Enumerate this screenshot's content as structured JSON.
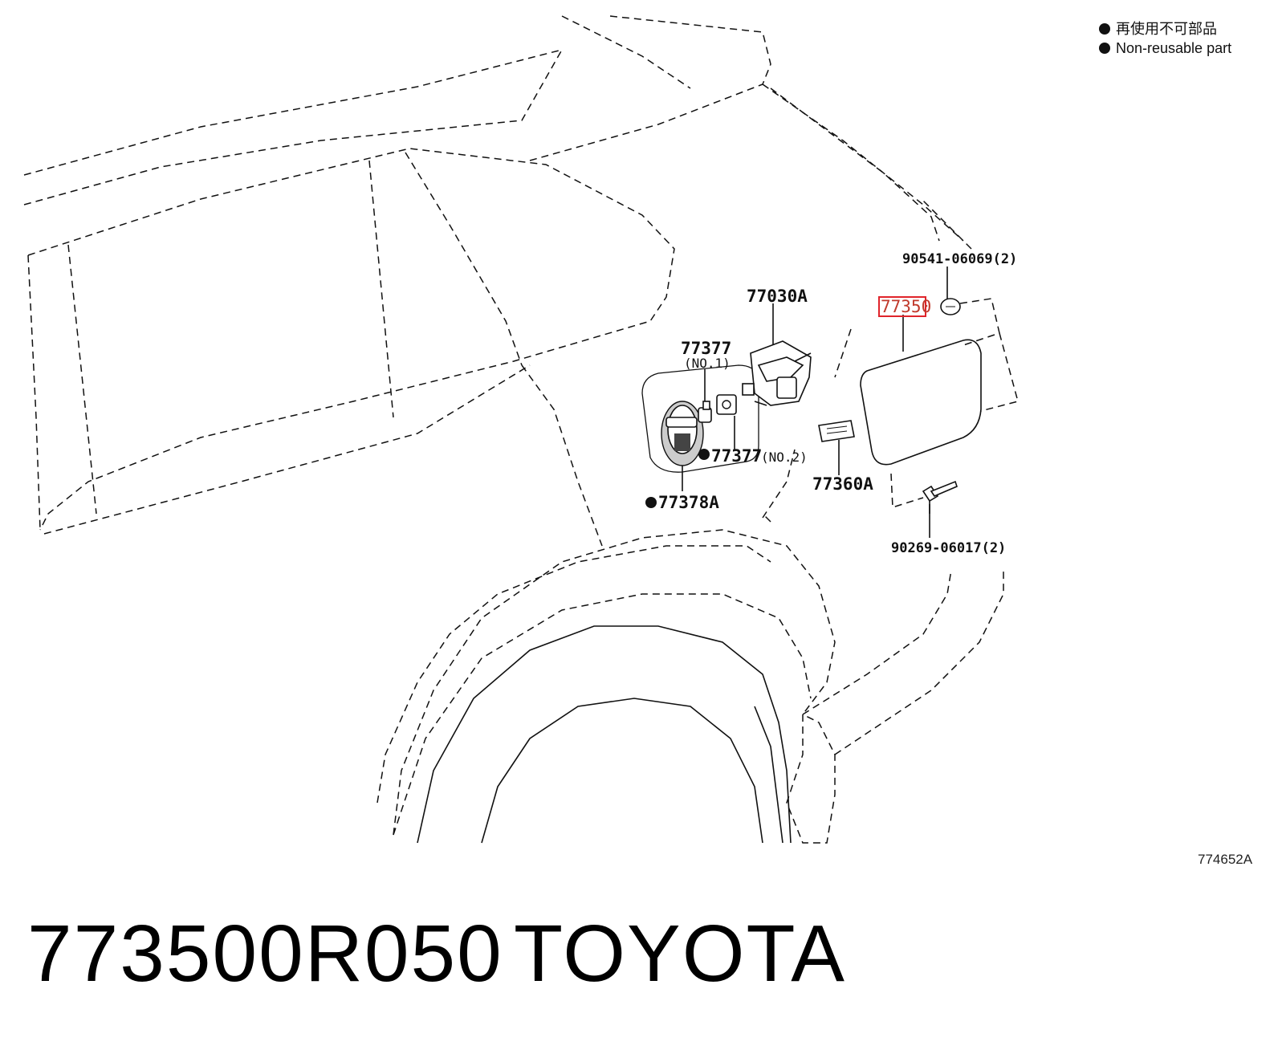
{
  "legend": {
    "items": [
      {
        "text": "再使用不可部品"
      },
      {
        "text": "Non-reusable part"
      }
    ]
  },
  "parts": {
    "p1": {
      "label": "90541-06069(2)"
    },
    "p2": {
      "label": "77350"
    },
    "p3": {
      "label": "77030A"
    },
    "p4": {
      "label": "77377",
      "sub": "(NO.1)"
    },
    "p5": {
      "label": "77377",
      "sub": "(NO.2)"
    },
    "p6": {
      "label": "77378A"
    },
    "p7": {
      "label": "77360A"
    },
    "p8": {
      "label": "90269-06017(2)"
    }
  },
  "diagram_code": "774652A",
  "caption": {
    "part_number": "773500R050",
    "brand": "TOYOTA"
  },
  "colors": {
    "highlight": "#e0242b",
    "line": "#111111"
  }
}
